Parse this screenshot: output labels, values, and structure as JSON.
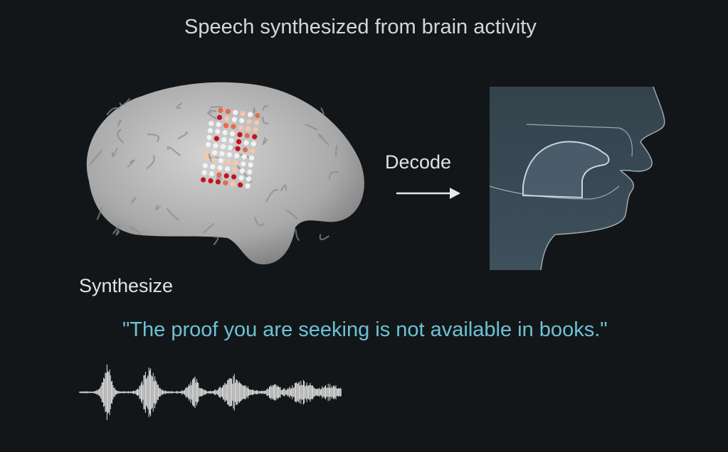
{
  "title": "Speech synthesized from brain activity",
  "decode_label": "Decode",
  "synthesize_label": "Synthesize",
  "quote": "\"The proof you are seeking is not available in books.\"",
  "colors": {
    "background": "#131618",
    "quote": "#6cc2d6",
    "electrode_active": "#c8101e",
    "electrode_mid": "#e86a4a",
    "electrode_low": "#f6c7a8",
    "electrode_idle": "#f2f2f2",
    "vocal_tract": "#3b4b56"
  }
}
